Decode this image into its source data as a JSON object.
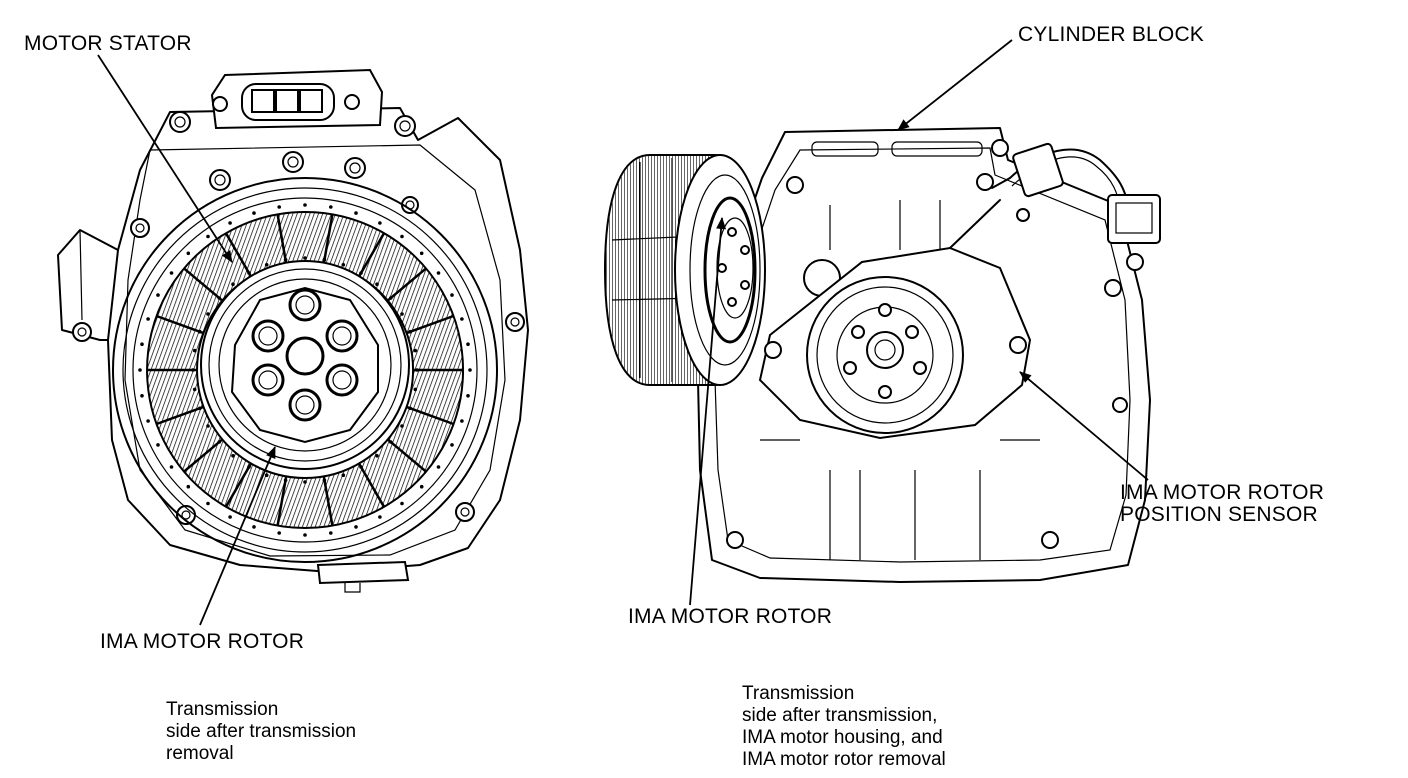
{
  "labels": {
    "motor_stator": "MOTOR STATOR",
    "ima_motor_rotor_left": "IMA MOTOR ROTOR",
    "cylinder_block": "CYLINDER BLOCK",
    "ima_motor_rotor_right": "IMA MOTOR ROTOR",
    "position_sensor_line1": "IMA MOTOR ROTOR",
    "position_sensor_line2": "POSITION SENSOR"
  },
  "captions": {
    "left": [
      "Transmission",
      "side after transmission",
      "removal"
    ],
    "right": [
      "Transmission",
      "side after transmission,",
      "IMA motor housing, and",
      "IMA motor rotor removal"
    ]
  }
}
